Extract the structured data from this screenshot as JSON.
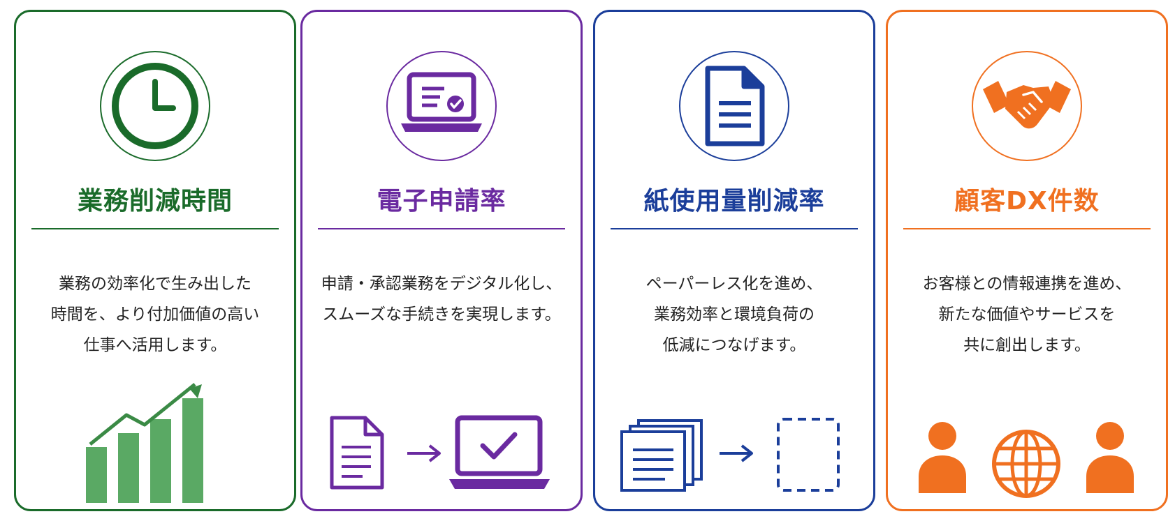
{
  "colors": {
    "green": "#1a6b2a",
    "green_light": "#5aa964",
    "purple": "#6a2aa0",
    "blue": "#1b3e9a",
    "orange": "#f07020"
  },
  "cards": [
    {
      "title": "業務削減時間",
      "description": "業務の効率化で生み出した\n時間を、より付加価値の高い\n仕事へ活用します。",
      "icon": "clock-icon",
      "visual": "growth-bar-chart-icon"
    },
    {
      "title": "電子申請率",
      "description": "申請・承認業務をデジタル化し、\nスムーズな手続きを実現します。",
      "icon": "laptop-document-check-icon",
      "visual": "paper-to-laptop-icon"
    },
    {
      "title": "紙使用量削減率",
      "description": "ペーパーレス化を進め、\n業務効率と環境負荷の\n低減につなげます。",
      "icon": "document-icon",
      "visual": "paper-stack-to-empty-icon"
    },
    {
      "title": "顧客DX件数",
      "description": "お客様との情報連携を進め、\n新たな価値やサービスを\n共に創出します。",
      "icon": "handshake-icon",
      "visual": "people-globe-icon"
    }
  ]
}
